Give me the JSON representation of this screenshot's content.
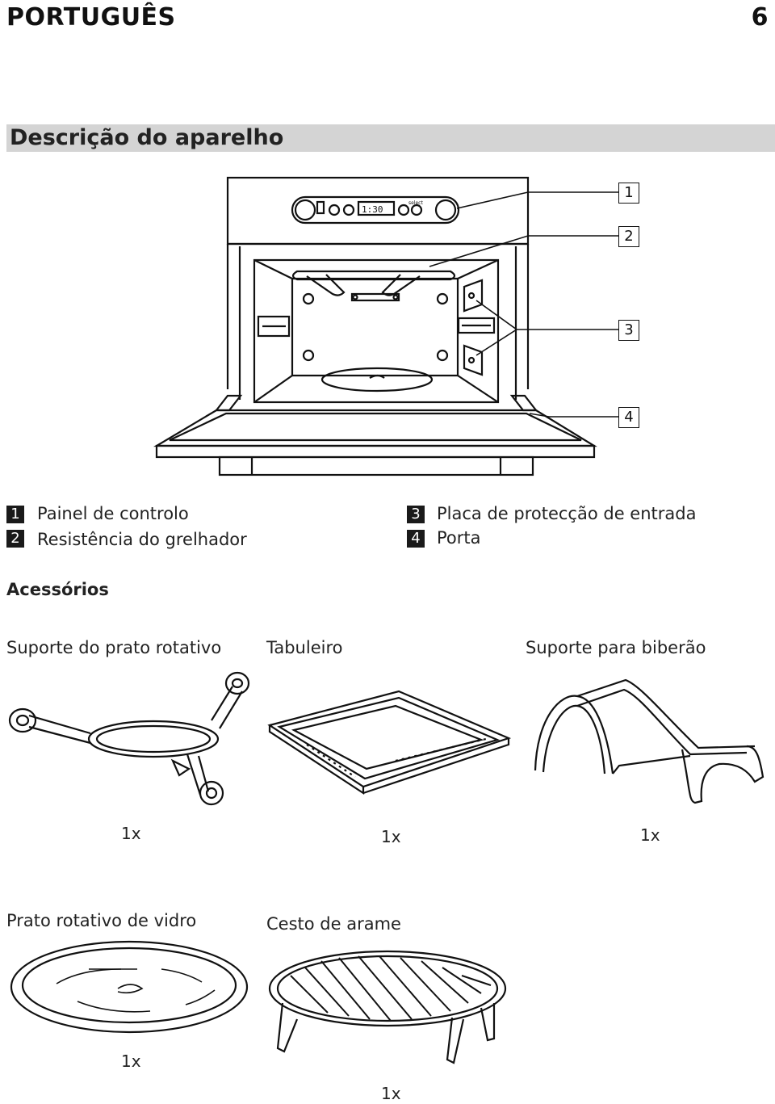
{
  "header": {
    "language": "PORTUGUÊS",
    "page_number": "6"
  },
  "section": {
    "title": "Descrição do aparelho"
  },
  "oven": {
    "display_time": "1:30",
    "select_label": "select",
    "callouts": [
      "1",
      "2",
      "3",
      "4"
    ]
  },
  "legend": [
    {
      "num": "1",
      "label": "Painel de controlo"
    },
    {
      "num": "2",
      "label": "Resistência do grelhador"
    },
    {
      "num": "3",
      "label": "Placa de protecção de entrada"
    },
    {
      "num": "4",
      "label": "Porta"
    }
  ],
  "accessories": {
    "title": "Acessórios",
    "items": [
      {
        "label": "Suporte do prato rotativo",
        "qty": "1x",
        "icon": "turntable-support"
      },
      {
        "label": "Tabuleiro",
        "qty": "1x",
        "icon": "baking-tray"
      },
      {
        "label": "Suporte para biberão",
        "qty": "1x",
        "icon": "bottle-holder"
      },
      {
        "label": "Prato rotativo de vidro",
        "qty": "1x",
        "icon": "glass-turntable"
      },
      {
        "label": "Cesto de arame",
        "qty": "1x",
        "icon": "wire-rack"
      }
    ]
  }
}
